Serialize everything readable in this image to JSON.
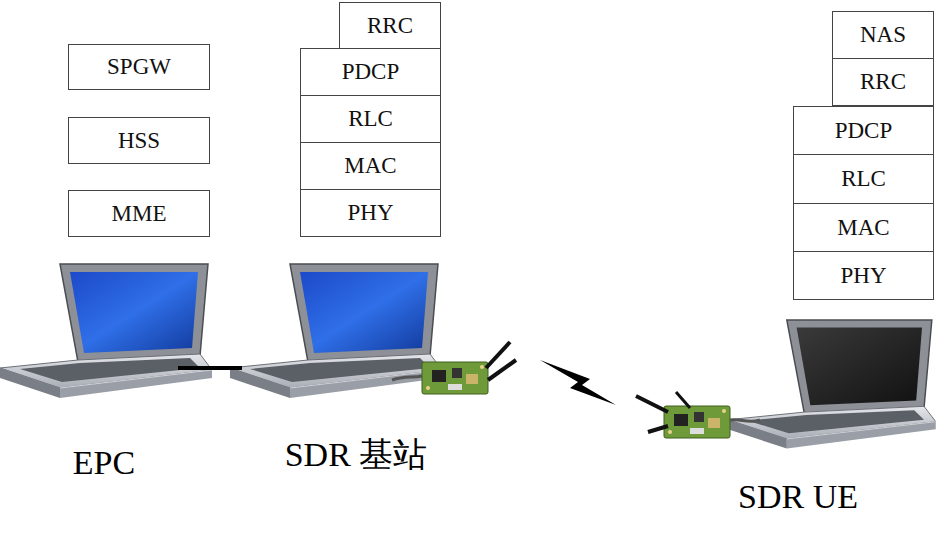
{
  "diagram": {
    "nodes": [
      {
        "text": [
          "SPGW"
        ]
      },
      {
        "text": [
          "HSS"
        ]
      },
      {
        "text": [
          "MME"
        ]
      },
      {
        "text": [
          "RRC"
        ]
      },
      {
        "text": [
          "PDCP"
        ]
      },
      {
        "text": [
          "RLC"
        ]
      },
      {
        "text": [
          "MAC"
        ]
      },
      {
        "text": [
          "PHY"
        ]
      },
      {
        "text": [
          "NAS"
        ]
      },
      {
        "text": [
          "RRC"
        ]
      },
      {
        "text": [
          "PDCP"
        ]
      },
      {
        "text": [
          "RLC"
        ]
      },
      {
        "text": [
          "MAC"
        ]
      },
      {
        "text": [
          "PHY"
        ]
      }
    ],
    "labels": [
      "EPC",
      "SDR 基站",
      "SDR UE"
    ]
  }
}
